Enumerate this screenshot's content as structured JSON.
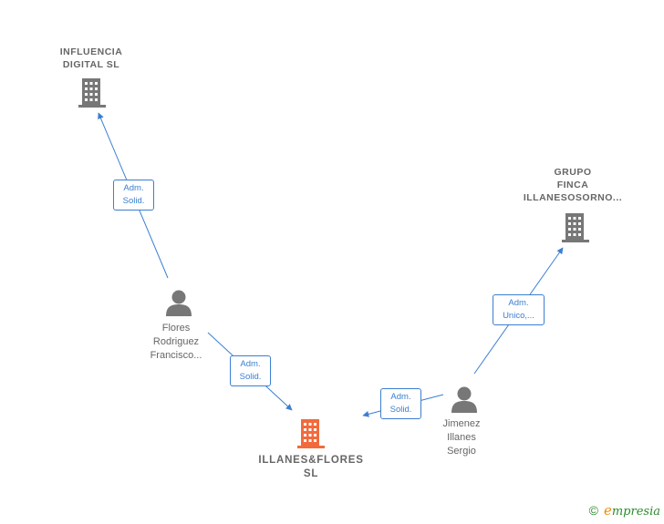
{
  "nodes": {
    "influencia": {
      "line1": "INFLUENCIA",
      "line2": "DIGITAL  SL"
    },
    "grupo": {
      "line1": "GRUPO",
      "line2": "FINCA",
      "line3": "ILLANESOSORNO..."
    },
    "flores": {
      "line1": "Flores",
      "line2": "Rodriguez",
      "line3": "Francisco..."
    },
    "jimenez": {
      "line1": "Jimenez",
      "line2": "Illanes",
      "line3": "Sergio"
    },
    "main": {
      "line1": "ILLANES&FLORES",
      "line2": "SL"
    }
  },
  "relations": {
    "flores_influencia": {
      "line1": "Adm.",
      "line2": "Solid."
    },
    "flores_main": {
      "line1": "Adm.",
      "line2": "Solid."
    },
    "jimenez_main": {
      "line1": "Adm.",
      "line2": "Solid."
    },
    "jimenez_grupo": {
      "line1": "Adm.",
      "line2": "Unico,..."
    }
  },
  "footer": {
    "copyright": "©",
    "brand_first": "e",
    "brand_rest": "mpresia"
  },
  "colors": {
    "edge": "#3a7fd1",
    "company_icon": "#777777",
    "main_icon": "#f26a3c",
    "person_icon": "#777777",
    "label": "#666666"
  }
}
